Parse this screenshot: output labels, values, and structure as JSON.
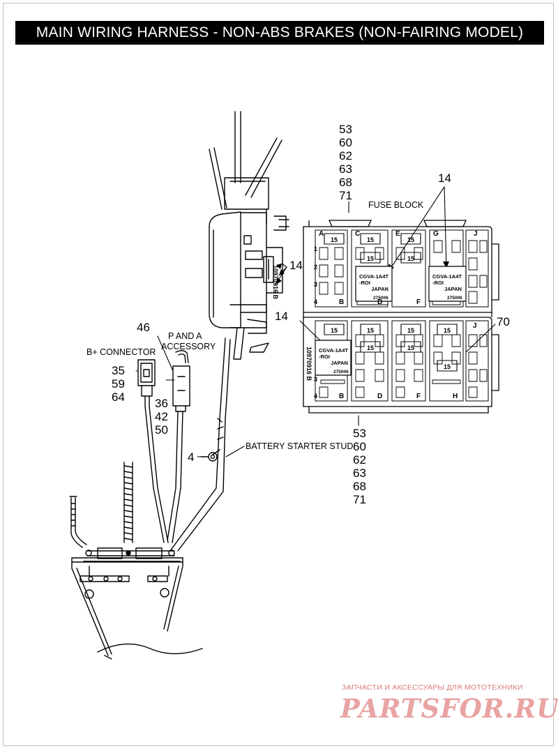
{
  "title": "MAIN WIRING HARNESS - NON-ABS BRAKES (NON-FAIRING MODEL)",
  "labels": {
    "fuse_block": "FUSE BLOCK",
    "b_plus_connector": "B+ CONNECTOR",
    "p_and_a_line1": "P AND A",
    "p_and_a_line2": "ACCESSORY",
    "battery_starter_stud": "BATTERY STARTER STUD"
  },
  "callouts": {
    "fuse_top": [
      "53",
      "60",
      "62",
      "63",
      "68",
      "71"
    ],
    "fuse_bottom": [
      "53",
      "60",
      "62",
      "63",
      "68",
      "71"
    ],
    "relay_top": "14",
    "relay_side": "14",
    "relay_lower": "14",
    "part_70": "70",
    "part_46": "46",
    "b_plus": [
      "35",
      "59",
      "64"
    ],
    "p_and_a": [
      "36",
      "42",
      "50"
    ],
    "part_4": "4"
  },
  "fuse_block": {
    "upper_columns": [
      "A",
      "C",
      "E",
      "G",
      "J"
    ],
    "upper_bottom_letters": [
      "B",
      "D",
      "F"
    ],
    "lower_bottom_letters": [
      "B",
      "D",
      "F",
      "H"
    ],
    "row_numbers": [
      "1",
      "2",
      "3",
      "4"
    ],
    "part_number": "10970916 B",
    "fuse_rating": "15",
    "relay_text": [
      "CGVA-1A4T",
      "-ROI",
      "JAPAN"
    ],
    "relay_code": "275006",
    "lower_right_letter": "J"
  },
  "watermark": {
    "line1": "ЗАПЧАСТИ И АКСЕССУАРЫ ДЛЯ МОТОТЕХНИКИ",
    "line2": "PARTSFOR.RU"
  }
}
